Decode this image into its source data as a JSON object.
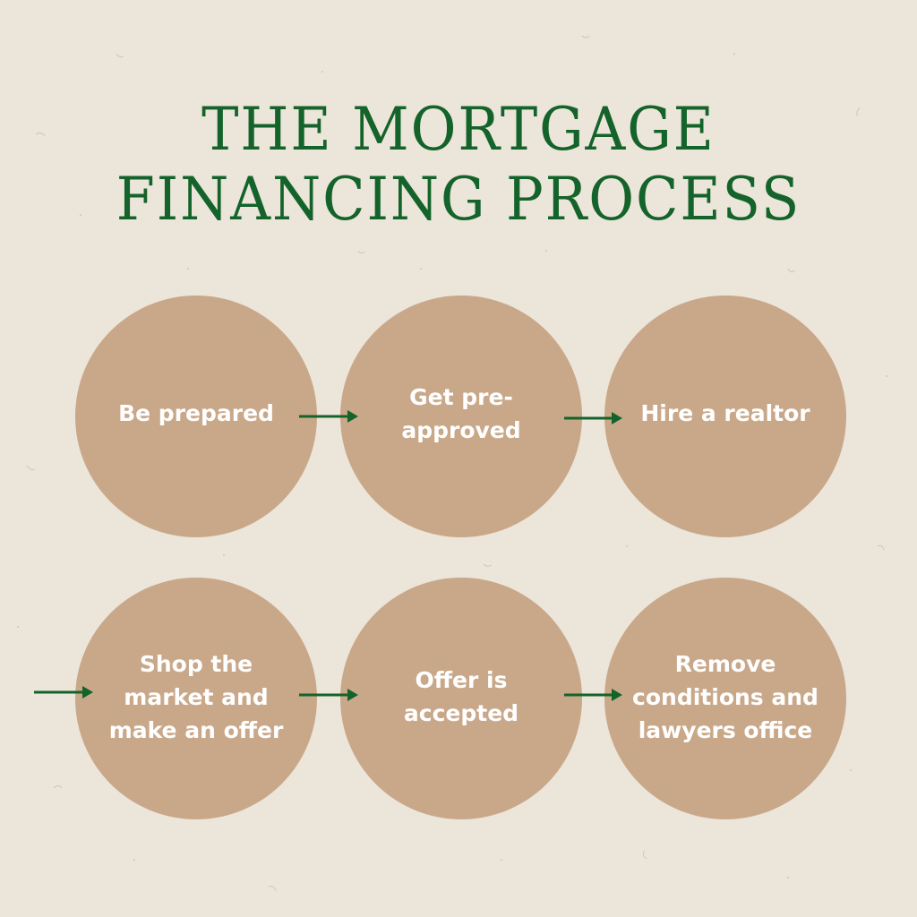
{
  "title": {
    "line1": "THE MORTGAGE",
    "line2": "FINANCING PROCESS"
  },
  "steps": [
    {
      "label": "Be prepared"
    },
    {
      "label": "Get pre-\napproved"
    },
    {
      "label": "Hire a realtor"
    },
    {
      "label": "Shop the\nmarket and\nmake an offer"
    },
    {
      "label": "Offer is\naccepted"
    },
    {
      "label": "Remove\nconditions and\nlawyers office"
    }
  ],
  "colors": {
    "background": "#ece5da",
    "title": "#14632a",
    "circle": "#c9a88a",
    "circle_text": "#ffffff",
    "arrow": "#14632a"
  }
}
